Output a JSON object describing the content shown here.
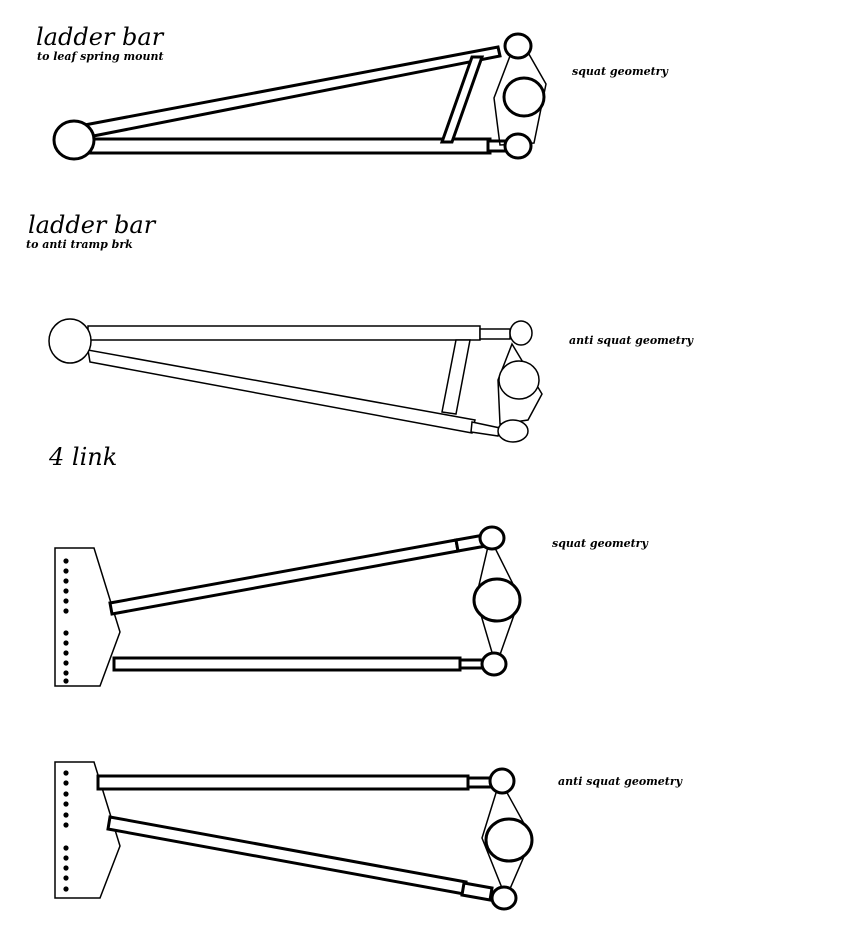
{
  "sections": [
    {
      "title": "ladder bar",
      "subtitle": "to leaf spring mount",
      "geometry_label": "squat geometry"
    },
    {
      "title": "ladder bar",
      "subtitle": "to anti tramp brk",
      "geometry_label": "anti squat geometry"
    },
    {
      "title": "4 link",
      "subtitle": "",
      "geometry_label": "squat geometry"
    },
    {
      "title": "",
      "subtitle": "",
      "geometry_label": "anti squat geometry"
    }
  ]
}
